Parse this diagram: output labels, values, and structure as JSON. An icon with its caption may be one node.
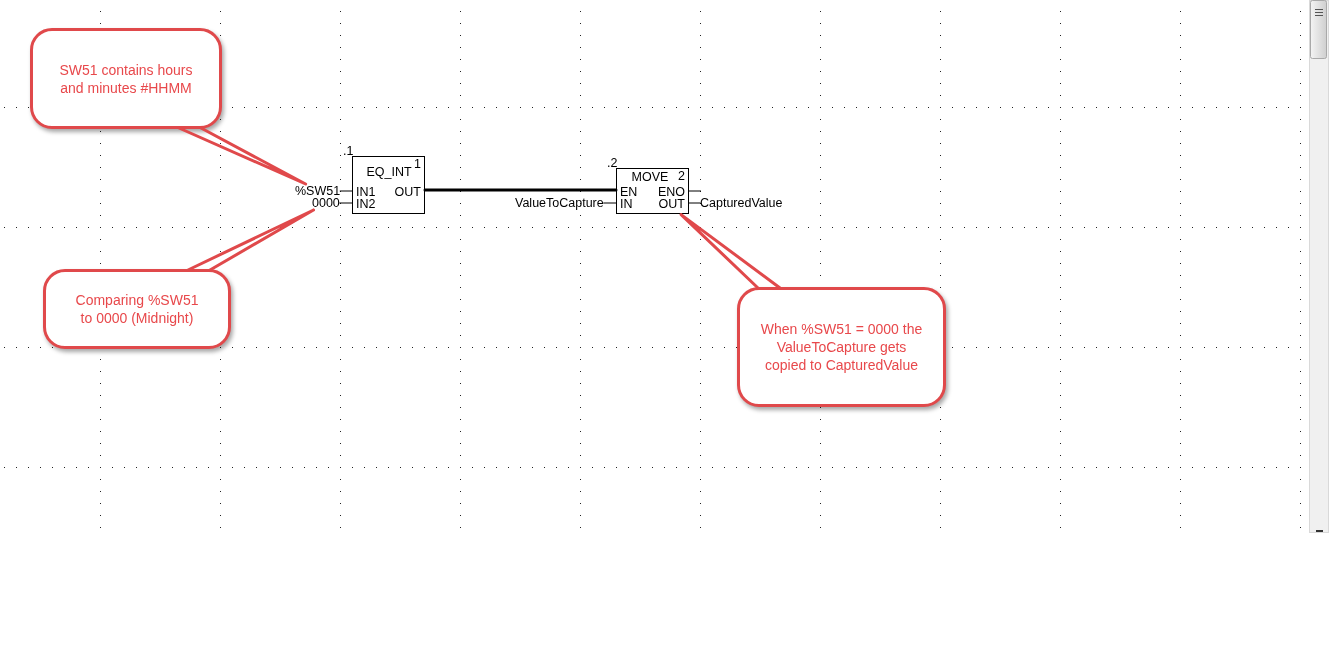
{
  "diagram": {
    "nodes": [
      {
        "text": [
          "SW51 contains hours and minutes #HHMM"
        ]
      },
      {
        "text": [
          "EQ_INT",
          "1",
          "IN1",
          "IN2",
          "OUT"
        ],
        "beside": [
          ".1"
        ]
      },
      {
        "text": [
          "%SW51"
        ]
      },
      {
        "text": [
          "0000"
        ]
      },
      {
        "text": [
          "MOVE",
          "2",
          "EN",
          "ENO",
          "IN",
          "OUT"
        ],
        "beside": [
          ".2"
        ]
      },
      {
        "text": [
          "ValueToCapture"
        ]
      },
      {
        "text": [
          "CapturedValue"
        ]
      },
      {
        "text": [
          "Comparing %SW51 to 0000 (Midnight)"
        ]
      },
      {
        "text": [
          "When %SW51 = 0000 the ValueToCapture gets copied to CapturedValue"
        ]
      }
    ],
    "edges": [
      {
        "from": 0,
        "to": 2,
        "arrow": "none",
        "style": "thick",
        "color": "#e0494b"
      },
      {
        "from": 2,
        "to": 1,
        "arrow": "none"
      },
      {
        "from": 3,
        "to": 1,
        "arrow": "none"
      },
      {
        "from": 1,
        "to": 4,
        "arrow": "none",
        "style": "thick"
      },
      {
        "from": 5,
        "to": 4,
        "arrow": "none"
      },
      {
        "from": 4,
        "to": 6,
        "arrow": "none"
      },
      {
        "from": 7,
        "to": 3,
        "arrow": "none",
        "style": "thick",
        "color": "#e0494b"
      },
      {
        "from": 8,
        "to": 4,
        "arrow": "none",
        "style": "thick",
        "color": "#e0494b"
      }
    ]
  }
}
